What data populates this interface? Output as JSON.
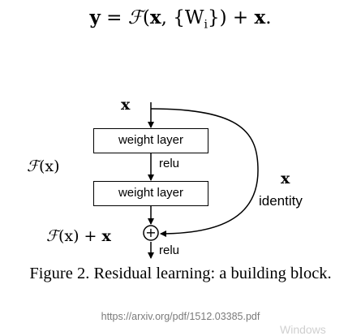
{
  "equation": {
    "lhs": "y",
    "eq": " = ",
    "func": "ℱ",
    "open": "(",
    "x1": "x",
    "args": ", {W",
    "sub": "i",
    "close": "}) + ",
    "x2": "x",
    "end": "."
  },
  "figure": {
    "input_label": "x",
    "layer1_label": "weight layer",
    "layer2_label": "weight layer",
    "relu_mid": "relu",
    "relu_out": "relu",
    "fx_func": "ℱ",
    "fx_rest": "(x)",
    "skip_x": "x",
    "skip_identity": "identity",
    "sum_func": "ℱ",
    "sum_paren": "(x) + ",
    "sum_x": "x",
    "plus_symbol": "+"
  },
  "caption": "Figure 2. Residual learning: a building block.",
  "source_url": "https://arxiv.org/pdf/1512.03385.pdf",
  "watermark": "Windows"
}
